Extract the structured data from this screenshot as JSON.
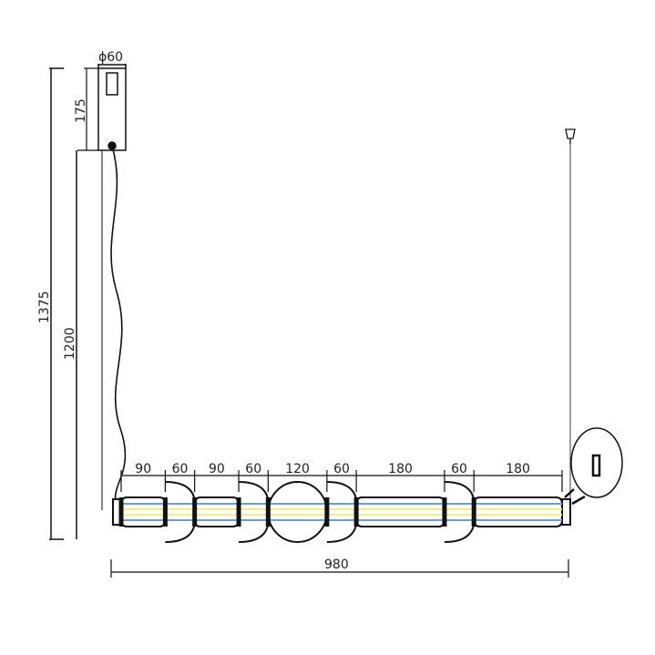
{
  "canopy": {
    "diameter_label": "ϕ60",
    "height_label": "175"
  },
  "overall": {
    "total_height_label": "1375",
    "drop_label": "1200",
    "total_length_label": "980"
  },
  "segments": [
    {
      "label": "90",
      "shape": "tube"
    },
    {
      "label": "60",
      "shape": "dome"
    },
    {
      "label": "90",
      "shape": "tube"
    },
    {
      "label": "60",
      "shape": "dome"
    },
    {
      "label": "120",
      "shape": "sphere"
    },
    {
      "label": "60",
      "shape": "dome"
    },
    {
      "label": "180",
      "shape": "tube"
    },
    {
      "label": "60",
      "shape": "dome"
    },
    {
      "label": "180",
      "shape": "tube"
    }
  ],
  "colors": {
    "line": "#111111",
    "blue": "#6a9fd0",
    "yellow": "#f2ec8a"
  }
}
